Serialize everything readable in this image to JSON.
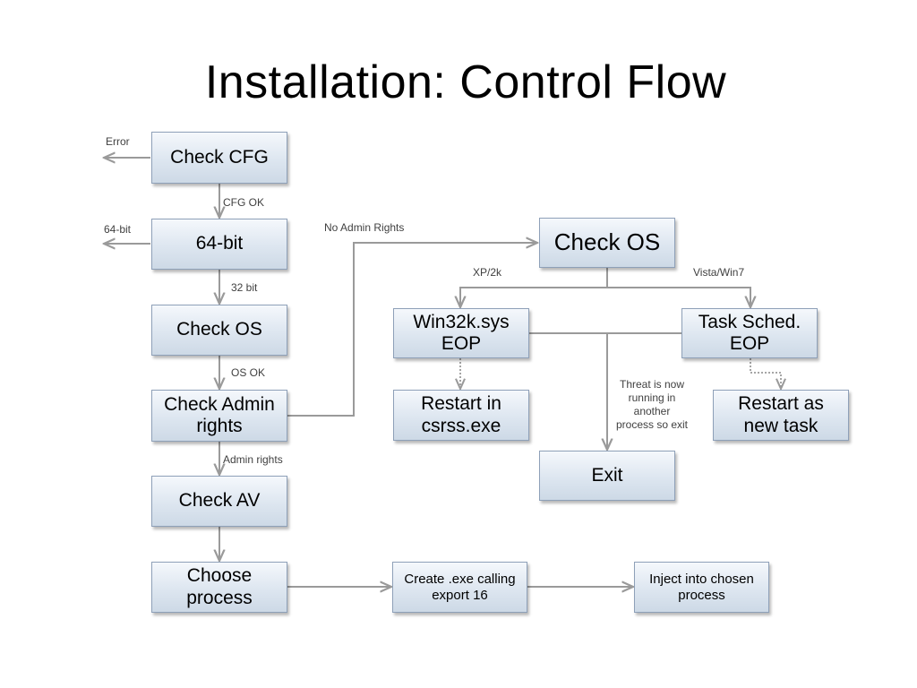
{
  "title": "Installation: Control Flow",
  "boxes": {
    "check_cfg": "Check CFG",
    "bit64": "64-bit",
    "check_os_left": "Check OS",
    "check_admin": "Check Admin\nrights",
    "check_av": "Check AV",
    "choose_process": "Choose\nprocess",
    "create_exe": "Create .exe calling\nexport 16",
    "inject": "Inject into chosen\nprocess",
    "check_os_right": "Check OS",
    "win32k": "Win32k.sys\nEOP",
    "task_sched": "Task Sched.\nEOP",
    "restart_csrss": "Restart in\ncsrss.exe",
    "restart_task": "Restart as\nnew task",
    "exit": "Exit"
  },
  "labels": {
    "error": "Error",
    "bit64_out": "64-bit",
    "cfg_ok": "CFG OK",
    "bit32": "32 bit",
    "os_ok": "OS OK",
    "admin_rights": "Admin rights",
    "no_admin": "No Admin Rights",
    "xp2k": "XP/2k",
    "vista_win7": "Vista/Win7",
    "threat": "Threat is now\nrunning in\nanother\nprocess so exit"
  }
}
